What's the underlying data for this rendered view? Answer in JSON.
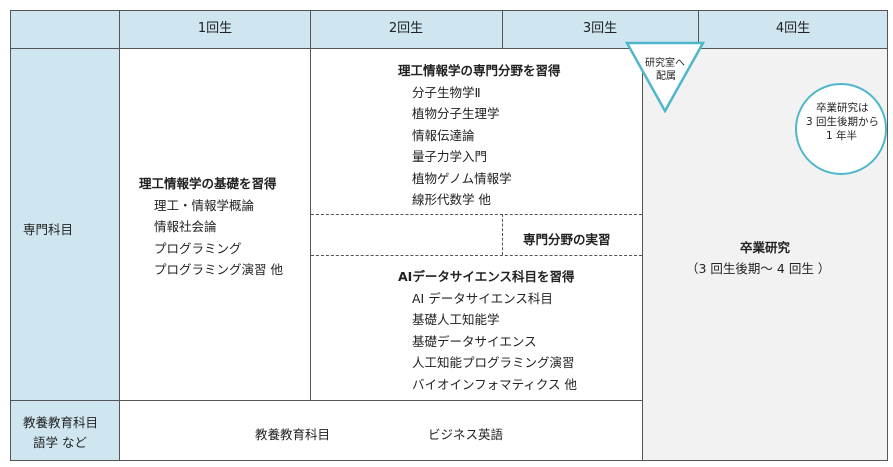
{
  "header": {
    "years": [
      "1回生",
      "2回生",
      "3回生",
      "4回生"
    ]
  },
  "rows": {
    "specialized": "専門科目",
    "general_line1": "教養教育科目",
    "general_line2": "語学 など"
  },
  "year1": {
    "title": "理工情報学の基礎を習得",
    "items": [
      "理工・情報学概論",
      "情報社会論",
      "プログラミング",
      "プログラミング演習 他"
    ]
  },
  "year23_top": {
    "title": "理工情報学の専門分野を習得",
    "items": [
      "分子生物学Ⅱ",
      "植物分子生理学",
      "情報伝達論",
      "量子力学入門",
      "植物ゲノム情報学",
      "線形代数学 他"
    ]
  },
  "practice": "専門分野の実習",
  "year23_bottom": {
    "title": "AIデータサイエンス科目を習得",
    "items": [
      "AI データサイエンス科目",
      "基礎人工知能学",
      "基礎データサイエンス",
      "人工知能プログラミング演習",
      "バイオインフォマティクス 他"
    ]
  },
  "lab": {
    "line1": "研究室へ",
    "line2": "配属"
  },
  "graduation": {
    "title": "卒業研究",
    "period": "（3 回生後期〜 4 回生 ）"
  },
  "circle": {
    "line1": "卒業研究は",
    "line2": "3 回生後期から",
    "line3": "1 年半"
  },
  "general": {
    "course1": "教養教育科目",
    "course2": "ビジネス英語"
  },
  "colors": {
    "header_bg": "#cfe6f1",
    "label_bg": "#cfe6f1",
    "research_bg": "#f2f2f2",
    "accent": "#4fb7c9"
  }
}
